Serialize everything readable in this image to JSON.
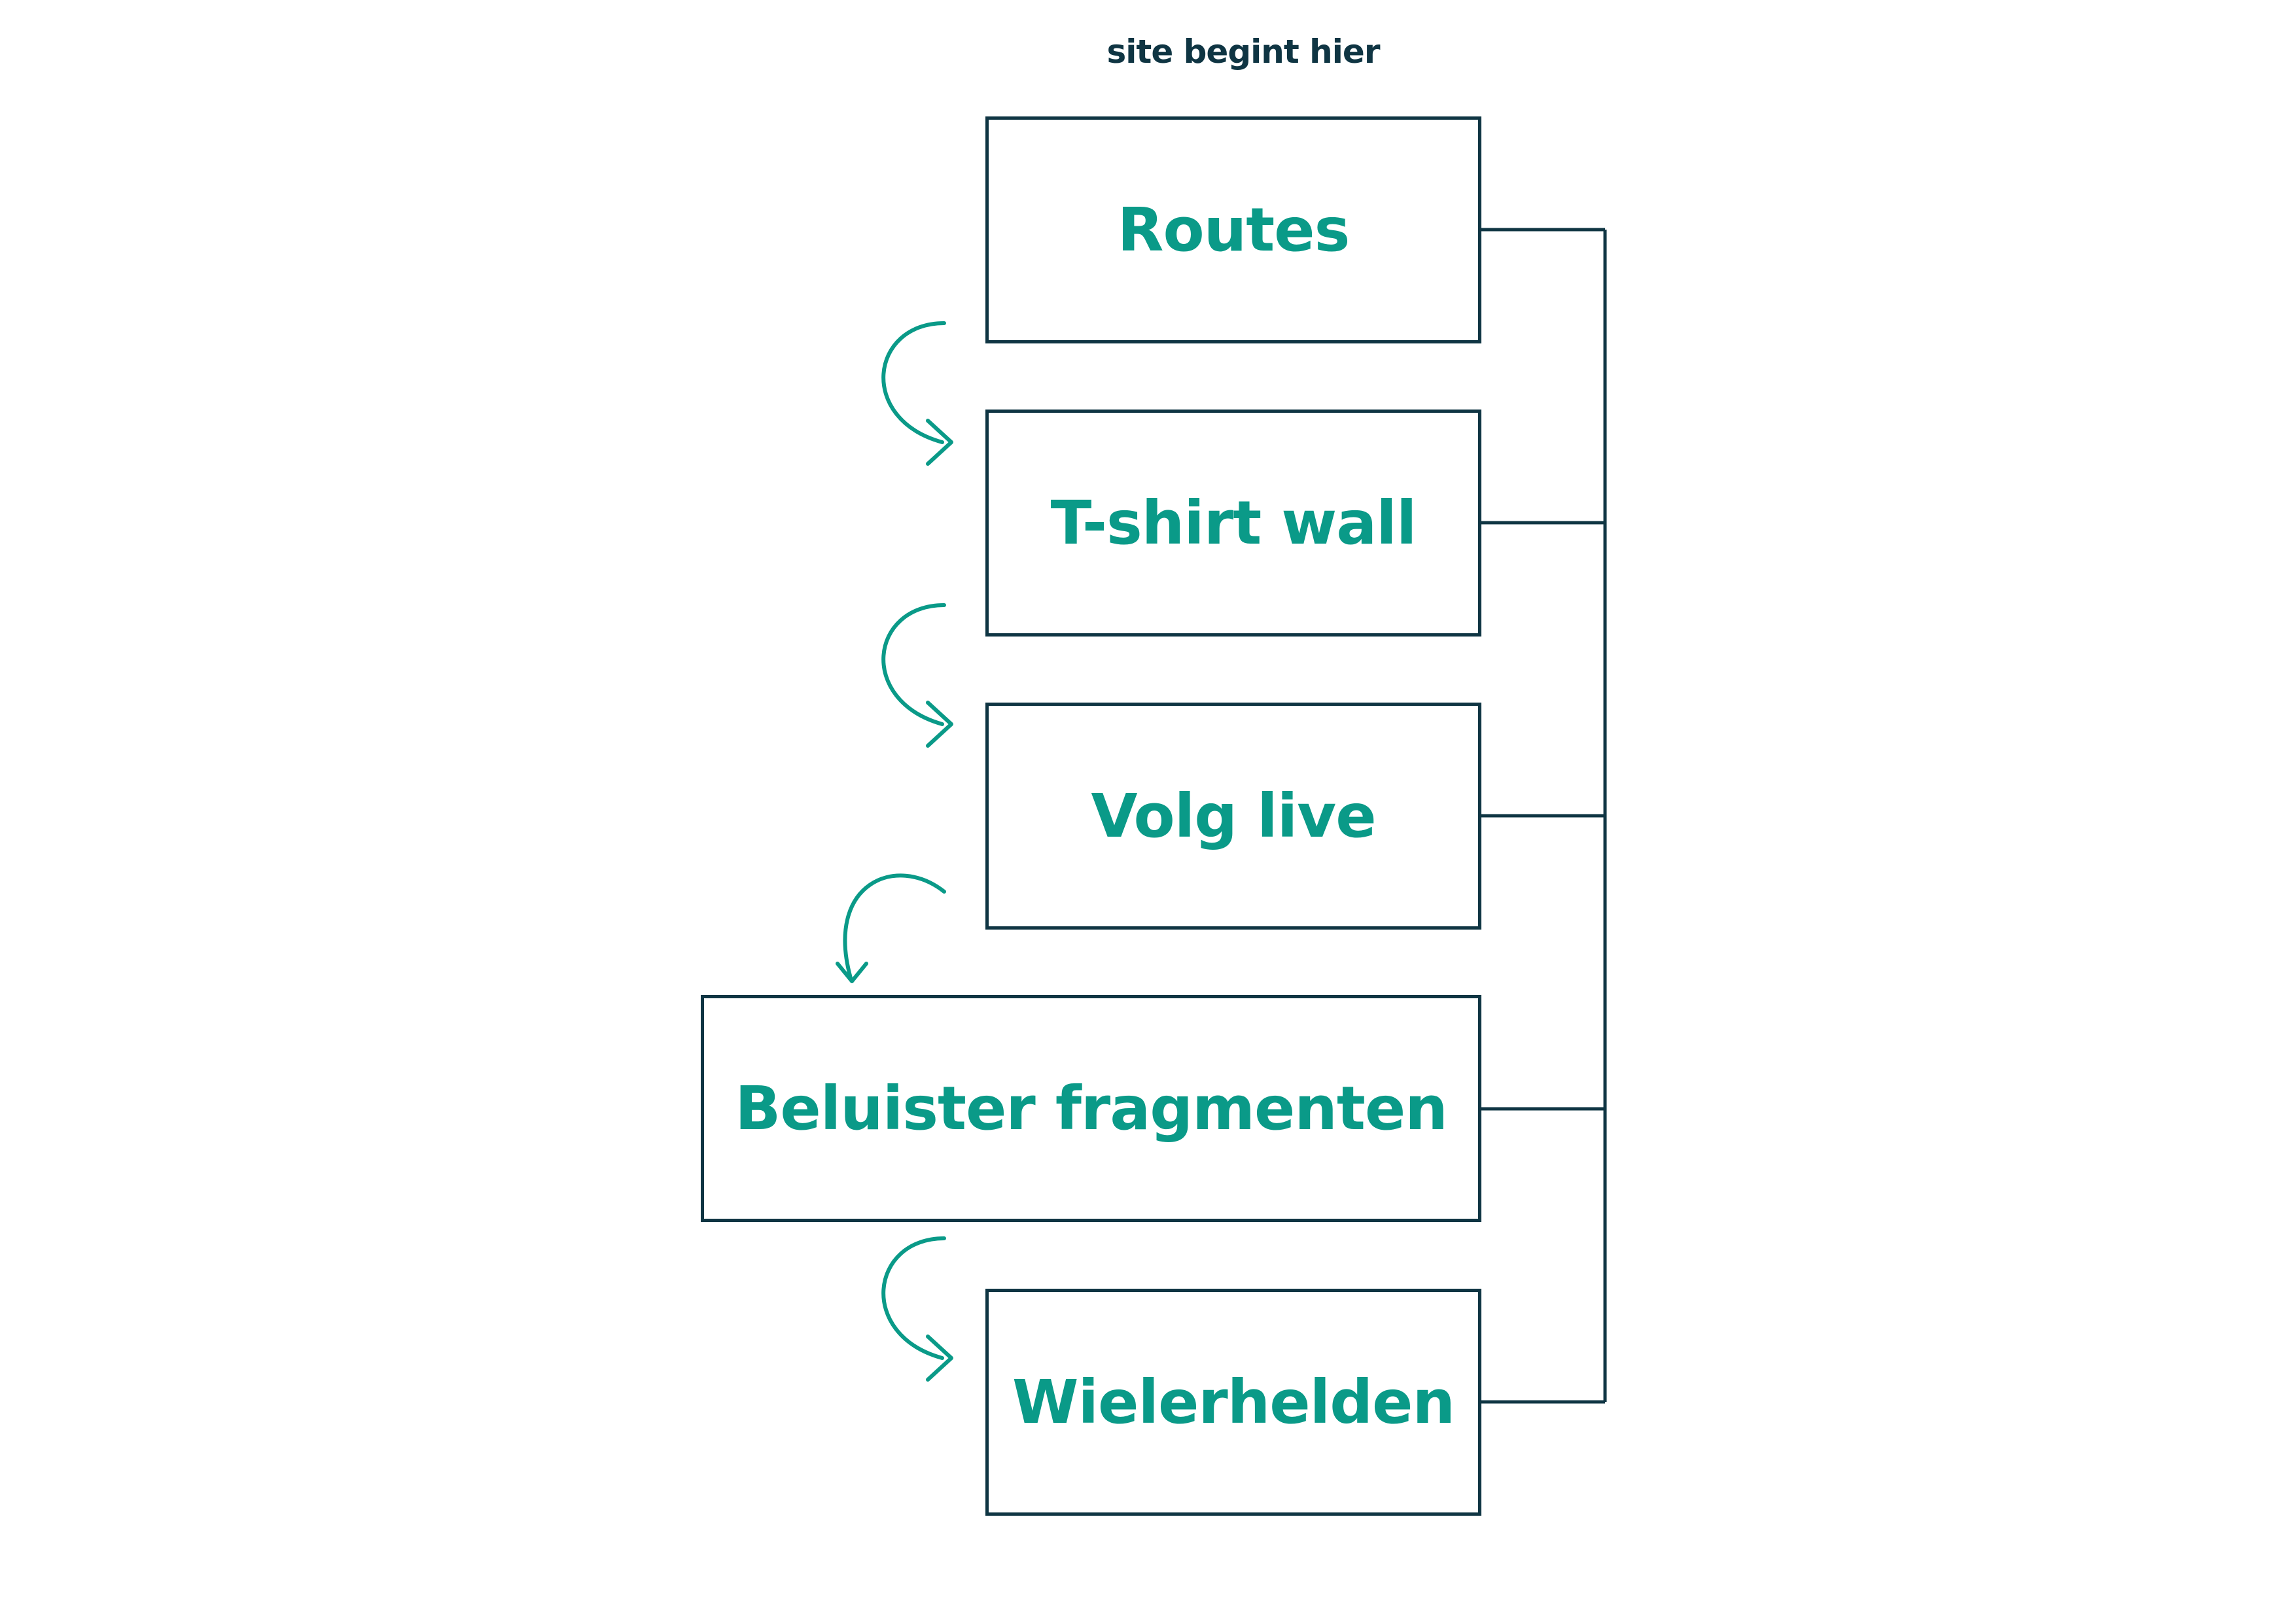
{
  "colors": {
    "navy": "#0f3543",
    "teal": "#0a9a88"
  },
  "diagram": {
    "start_label": "site begint hier",
    "nodes": [
      {
        "id": "routes",
        "label": "Routes"
      },
      {
        "id": "tshirt",
        "label": "T-shirt wall"
      },
      {
        "id": "volg",
        "label": "Volg live"
      },
      {
        "id": "beluister",
        "label": "Beluister fragmenten"
      },
      {
        "id": "wieler",
        "label": "Wielerhelden"
      }
    ],
    "flow_arrows": [
      {
        "from": "routes",
        "to": "tshirt"
      },
      {
        "from": "tshirt",
        "to": "volg"
      },
      {
        "from": "volg",
        "to": "beluister"
      },
      {
        "from": "beluister",
        "to": "wieler"
      }
    ],
    "bracket": {
      "connects": [
        "routes",
        "tshirt",
        "volg",
        "beluister",
        "wieler"
      ]
    }
  }
}
